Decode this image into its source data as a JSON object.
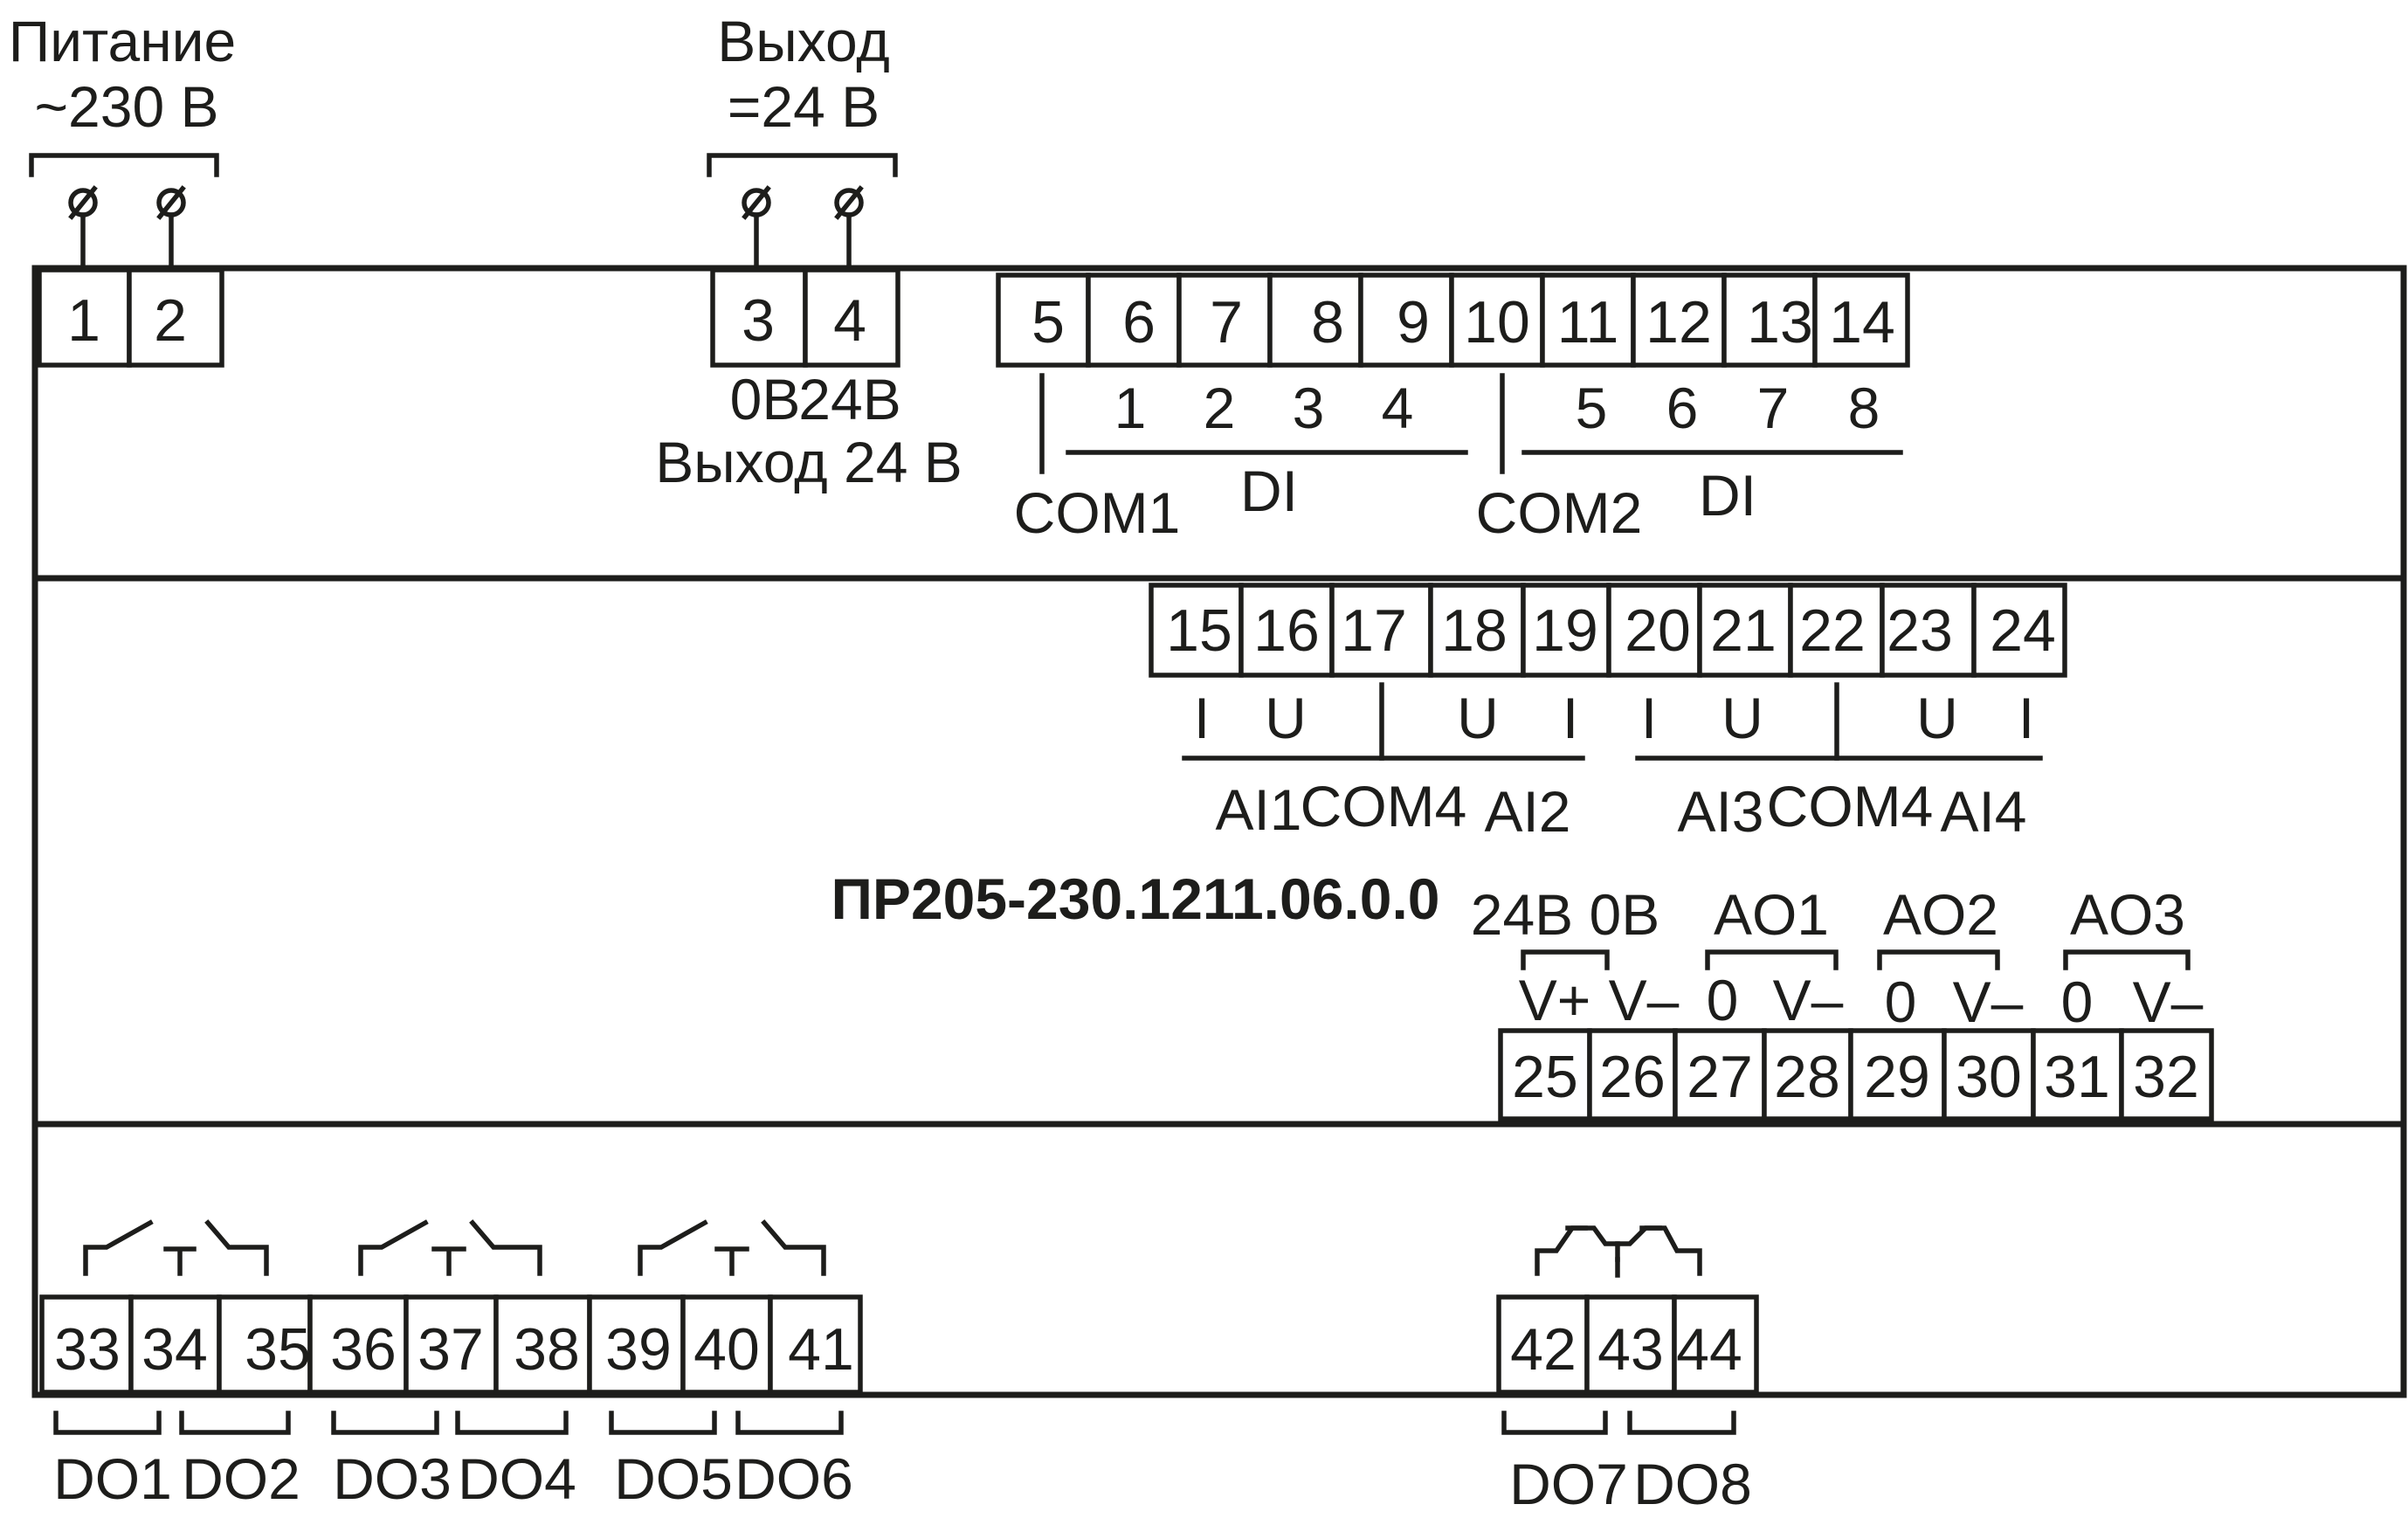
{
  "power": {
    "title": "Питание",
    "voltage": "~230 В"
  },
  "output": {
    "title": "Выход",
    "voltage": "=24 В"
  },
  "terminals": {
    "t1": "1",
    "t2": "2",
    "t3": "3",
    "t4": "4",
    "t5": "5",
    "t6": "6",
    "t7": "7",
    "t8": "8",
    "t9": "9",
    "t10": "10",
    "t11": "11",
    "t12": "12",
    "t13": "13",
    "t14": "14",
    "t15": "15",
    "t16": "16",
    "t17": "17",
    "t18": "18",
    "t19": "19",
    "t20": "20",
    "t21": "21",
    "t22": "22",
    "t23": "23",
    "t24": "24",
    "t25": "25",
    "t26": "26",
    "t27": "27",
    "t28": "28",
    "t29": "29",
    "t30": "30",
    "t31": "31",
    "t32": "32",
    "t33": "33",
    "t34": "34",
    "t35": "35",
    "t36": "36",
    "t37": "37",
    "t38": "38",
    "t39": "39",
    "t40": "40",
    "t41": "41",
    "t42": "42",
    "t43": "43",
    "t44": "44"
  },
  "out24": {
    "zero": "0В",
    "plus": "24В",
    "caption": "Выход 24 В"
  },
  "di": {
    "group1": {
      "nums": [
        "1",
        "2",
        "3",
        "4"
      ],
      "com": "COM1",
      "label": "DI"
    },
    "group2": {
      "nums": [
        "5",
        "6",
        "7",
        "8"
      ],
      "com": "COM2",
      "label": "DI"
    }
  },
  "ai": {
    "i": "I",
    "u": "U",
    "ai1": "AI1",
    "ai2": "AI2",
    "ai3": "AI3",
    "ai4": "AI4",
    "com4a": "COM4",
    "com4b": "COM4"
  },
  "model": "ПР205-230.1211.06.0.0",
  "ao": {
    "supply": "24В 0В",
    "ao1": "AO1",
    "ao2": "AO2",
    "ao3": "AO3",
    "vplus": "V+",
    "vminus": "V–",
    "zero": "0"
  },
  "do": [
    "DO1",
    "DO2",
    "DO3",
    "DO4",
    "DO5",
    "DO6",
    "DO7",
    "DO8"
  ]
}
